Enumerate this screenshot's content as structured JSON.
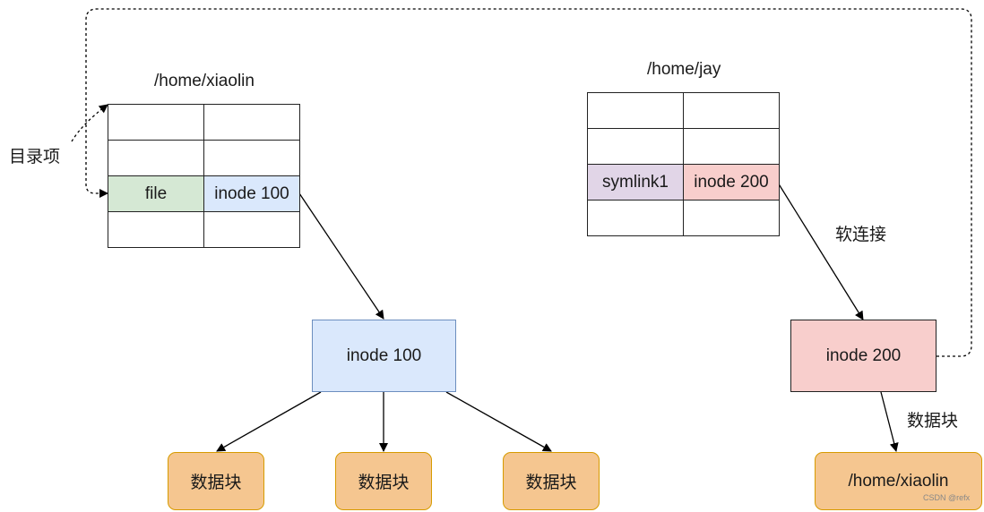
{
  "dir_left": {
    "path": "/home/xiaolin",
    "entry_name": "file",
    "entry_inode": "inode 100"
  },
  "dir_right": {
    "path": "/home/jay",
    "entry_name": "symlink1",
    "entry_inode": "inode 200"
  },
  "dir_entry_label": "目录项",
  "inode_left": "inode 100",
  "inode_right": "inode 200",
  "symlink_label": "软连接",
  "data_block_label": "数据块",
  "data_blocks": [
    "数据块",
    "数据块",
    "数据块"
  ],
  "symlink_target": "/home/xiaolin",
  "watermark": "CSDN @refx",
  "colors": {
    "inode_blue_fill": "#dae8fc",
    "inode_blue_border": "#6c8ebf",
    "file_cell_fill": "#d5e8d4",
    "symlink_cell_fill": "#e1d5e7",
    "inode_red_fill": "#f8cecc",
    "data_block_fill": "#f5c690",
    "data_block_border": "#d79b00"
  }
}
